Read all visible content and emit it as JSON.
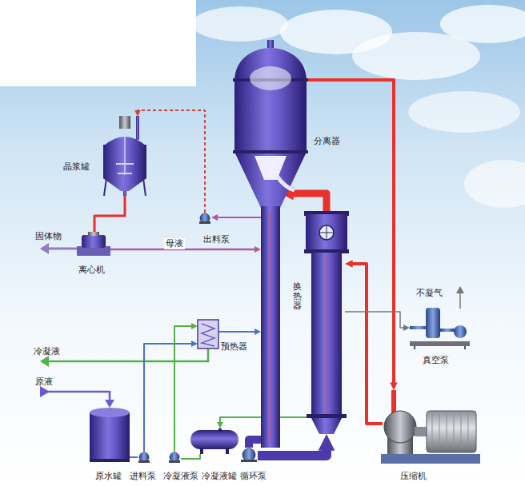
{
  "diagram": {
    "nodes": [
      {
        "text": [
          "晶浆罐"
        ]
      },
      {
        "text": [
          "分离器"
        ]
      },
      {
        "text": [
          "离心机"
        ]
      },
      {
        "text": [
          "出料泵"
        ]
      },
      {
        "text": [
          "换热器"
        ]
      },
      {
        "text": [
          "真空泵"
        ]
      },
      {
        "text": [
          "预热器"
        ]
      },
      {
        "text": [
          "原水罐"
        ]
      },
      {
        "text": [
          "进料泵"
        ]
      },
      {
        "text": [
          "冷凝液泵"
        ]
      },
      {
        "text": [
          "冷凝液罐"
        ]
      },
      {
        "text": [
          "循环泵"
        ]
      },
      {
        "text": [
          "压缩机"
        ]
      }
    ],
    "edges": [
      {
        "from": 1,
        "to": 12,
        "arrow": "to"
      },
      {
        "from": 12,
        "to": 4,
        "arrow": "to"
      },
      {
        "from": 4,
        "to": 1,
        "arrow": "to"
      },
      {
        "from": 1,
        "to": 11,
        "arrow": "none"
      },
      {
        "from": 11,
        "to": 4,
        "arrow": "to"
      },
      {
        "from": 1,
        "to": 3,
        "arrow": "to"
      },
      {
        "from": 3,
        "to": 0,
        "arrow": "to"
      },
      {
        "from": 0,
        "to": 2,
        "arrow": "none"
      },
      {
        "from": 2,
        "to": 1,
        "label": "母液",
        "arrow": "to"
      },
      {
        "from": 7,
        "to": 8,
        "arrow": "none"
      },
      {
        "from": 8,
        "to": 6,
        "arrow": "to"
      },
      {
        "from": 6,
        "to": 1,
        "arrow": "to"
      },
      {
        "from": 4,
        "to": 10,
        "arrow": "to"
      },
      {
        "from": 10,
        "to": 9,
        "arrow": "none"
      },
      {
        "from": 9,
        "to": 6,
        "arrow": "to"
      },
      {
        "from": 4,
        "to": 5,
        "arrow": "to"
      }
    ],
    "labels": [
      "固体物",
      "冷凝液",
      "原液",
      "不凝气"
    ]
  }
}
